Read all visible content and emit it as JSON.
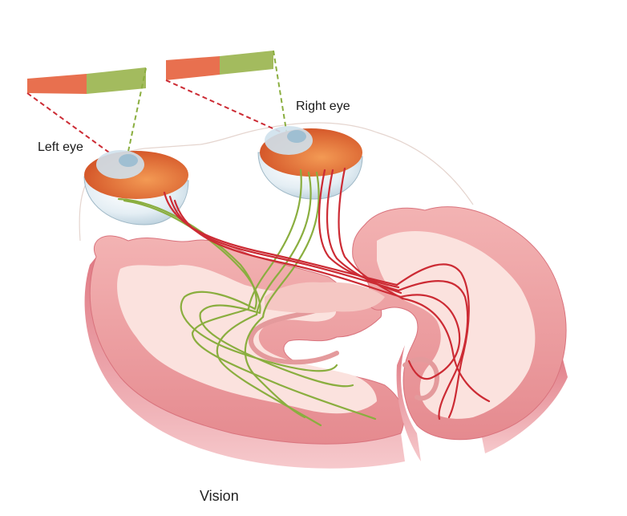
{
  "labels": {
    "left_eye": "Left eye",
    "right_eye": "Right eye",
    "caption": "Vision"
  },
  "colors": {
    "field_left": "#e8704f",
    "field_right": "#a3bb5e",
    "pathway_red": "#cc2b34",
    "pathway_green": "#8aae3f",
    "cortex_outer": "#ee9ea0",
    "cortex_inner": "#fbe2de",
    "eyeball": "#d6e6ef",
    "retina": "#e97a3c"
  }
}
